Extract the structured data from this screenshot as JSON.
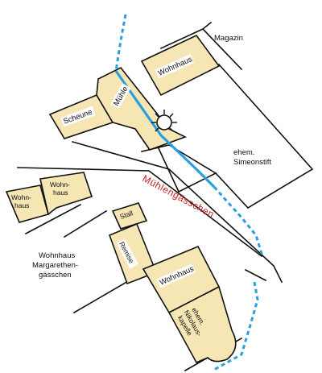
{
  "colors": {
    "building_fill": "#f5e6b3",
    "outline": "#111111",
    "stream_dashed": "#2a9fe0",
    "stream_solid": "#2a9fe0",
    "street_label": "#c81e1e"
  },
  "map": {
    "street": {
      "name": "Mühlengässchen"
    },
    "labels": {
      "magazin": "Magazin",
      "wohnhaus_top": "Wohnhaus",
      "muehle": "Mühle",
      "scheune": "Scheune",
      "simeonstift_l1": "ehem.",
      "simeonstift_l2": "Simeonstift",
      "wohnhaus_left1_l1": "Wohn-",
      "wohnhaus_left1_l2": "haus",
      "wohnhaus_left2_l1": "Wohn-",
      "wohnhaus_left2_l2": "haus",
      "stall": "Stall",
      "remise": "Remise",
      "margarethen_l1": "Wohnhaus",
      "margarethen_l2": "Margarethen-",
      "margarethen_l3": "gässchen",
      "wohnhaus_bottom": "Wohnhaus",
      "kapelle_l1": "ehem.",
      "kapelle_l2": "Nikolaus-",
      "kapelle_l3": "kapelle"
    },
    "icons": {
      "mill_wheel": "sun-wheel-icon"
    }
  }
}
